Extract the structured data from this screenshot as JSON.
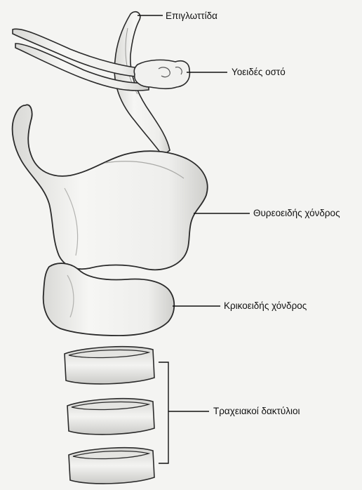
{
  "labels": {
    "epiglottis": "Επιγλωττίδα",
    "hyoid": "Υοειδές οστό",
    "thyroid": "Θυρεοειδής χόνδρος",
    "cricoid": "Κρικοειδής χόνδρος",
    "tracheal": "Τραχειακοί δακτύλιοι"
  },
  "colors": {
    "outline": "#2a2a2a",
    "cartilage_fill": "#efefed",
    "shade": "#c9c9c6",
    "background": "#f4f4f2"
  }
}
